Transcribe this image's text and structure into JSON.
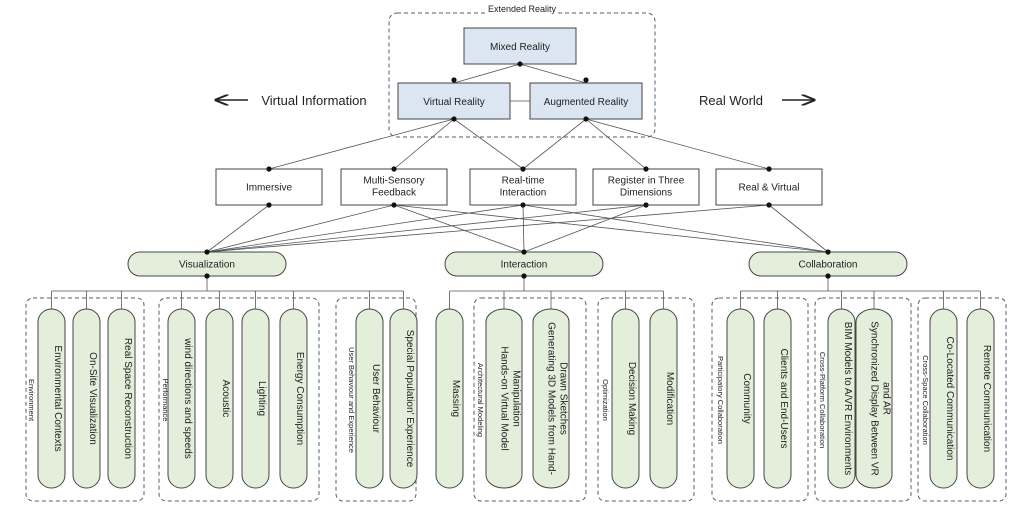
{
  "top": {
    "group_label": "Extended Reality",
    "mixed": "Mixed Reality",
    "virtual": "Virtual Reality",
    "augmented": "Augmented Reality",
    "left_arrow_label": "Virtual Information",
    "right_arrow_label": "Real World"
  },
  "features": [
    {
      "id": "immersive",
      "lines": [
        "Immersive"
      ]
    },
    {
      "id": "multi-sensory",
      "lines": [
        "Multi-Sensory",
        "Feedback"
      ]
    },
    {
      "id": "realtime",
      "lines": [
        "Real-time",
        "Interaction"
      ]
    },
    {
      "id": "register",
      "lines": [
        "Register in Three",
        "Dimensions"
      ]
    },
    {
      "id": "real-virtual",
      "lines": [
        "Real & Virtual"
      ]
    }
  ],
  "categories": [
    {
      "id": "visualization",
      "label": "Visualization"
    },
    {
      "id": "interaction",
      "label": "Interaction"
    },
    {
      "id": "collaboration",
      "label": "Collaboration"
    }
  ],
  "groups": [
    {
      "label": "Environment",
      "items": [
        [
          "Environmental Contexts"
        ],
        [
          "On-Site Visualization"
        ],
        [
          "Real Space Reconstruction"
        ]
      ]
    },
    {
      "label": "Performance",
      "items": [
        [
          "wind directions and speeds"
        ],
        [
          "Acoustic"
        ],
        [
          "Lighting"
        ],
        [
          "Energy Consumption"
        ]
      ]
    },
    {
      "label": "User Behaviour and Experience",
      "items": [
        [
          "User Behaviour"
        ],
        [
          "Special Population' Experience"
        ]
      ]
    },
    {
      "label": "",
      "items": [
        [
          "Massing"
        ]
      ]
    },
    {
      "label": "Architectural Modeling",
      "items": [
        [
          "Hands-on Virtual Model",
          "Manipulation"
        ],
        [
          "Generating 3D Models from Hand-",
          "Drawn Sketches"
        ]
      ]
    },
    {
      "label": "Optimization",
      "items": [
        [
          "Decision Making"
        ],
        [
          "Modification"
        ]
      ]
    },
    {
      "label": "Participatory Collaboration",
      "items": [
        [
          "Community"
        ],
        [
          "Clients and End-Users"
        ]
      ]
    },
    {
      "label": "Cross-Platform Collaboration",
      "items": [
        [
          "BIM Models to A/VR Environments"
        ],
        [
          "Synchronized Display Between VR",
          "and AR"
        ]
      ]
    },
    {
      "label": "Cross-Space Collaboration",
      "items": [
        [
          "Co-Located Communication"
        ],
        [
          "Remote Communication"
        ]
      ]
    }
  ],
  "colors": {
    "top_fill": "#dce6f2",
    "category_fill": "#e3efda",
    "leaf_fill": "#e3efda",
    "stroke": "#444444",
    "dash": "#555f6d"
  }
}
